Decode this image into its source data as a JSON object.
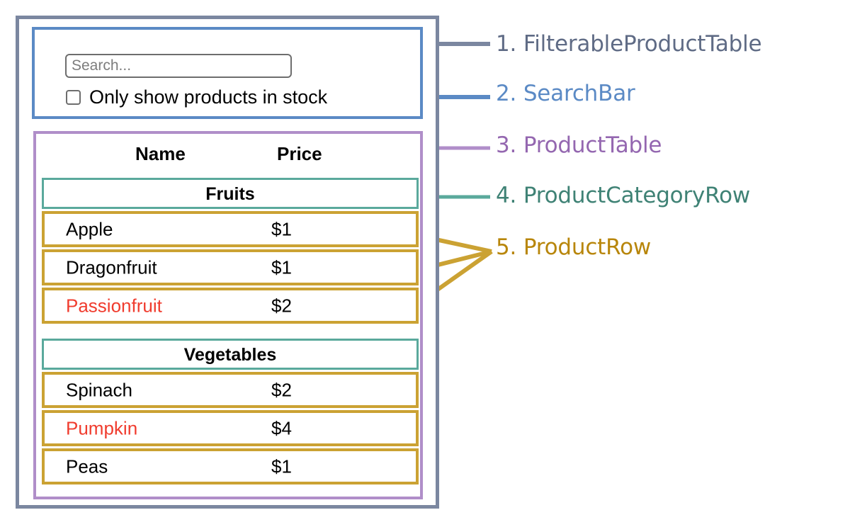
{
  "diagram": {
    "title": "React component breakdown diagram",
    "colors": {
      "filterable_product_table": "#7b87a0",
      "search_bar": "#5b8ac5",
      "product_table": "#b08ec9",
      "product_category_row": "#5aa99c",
      "product_row": "#cba233",
      "out_of_stock_text": "#f03c2e",
      "label_1": "#5f6b85",
      "label_2": "#5b8ac5",
      "label_3": "#9467b0",
      "label_4": "#3f8275",
      "label_5": "#b8860b"
    }
  },
  "search_bar": {
    "input": {
      "value": "",
      "placeholder": "Search..."
    },
    "checkbox": {
      "label": "Only show products in stock",
      "checked": false
    }
  },
  "product_table": {
    "columns": [
      "Name",
      "Price"
    ],
    "groups": [
      {
        "category": "Fruits",
        "rows": [
          {
            "name": "Apple",
            "price": "$1",
            "in_stock": true
          },
          {
            "name": "Dragonfruit",
            "price": "$1",
            "in_stock": true
          },
          {
            "name": "Passionfruit",
            "price": "$2",
            "in_stock": false
          }
        ]
      },
      {
        "category": "Vegetables",
        "rows": [
          {
            "name": "Spinach",
            "price": "$2",
            "in_stock": true
          },
          {
            "name": "Pumpkin",
            "price": "$4",
            "in_stock": false
          },
          {
            "name": "Peas",
            "price": "$1",
            "in_stock": true
          }
        ]
      }
    ]
  },
  "legend": [
    {
      "number": "1.",
      "name": "FilterableProductTable",
      "text": "1. FilterableProductTable"
    },
    {
      "number": "2.",
      "name": "SearchBar",
      "text": "2. SearchBar"
    },
    {
      "number": "3.",
      "name": "ProductTable",
      "text": "3. ProductTable"
    },
    {
      "number": "4.",
      "name": "ProductCategoryRow",
      "text": "4. ProductCategoryRow"
    },
    {
      "number": "5.",
      "name": "ProductRow",
      "text": "5. ProductRow"
    }
  ]
}
